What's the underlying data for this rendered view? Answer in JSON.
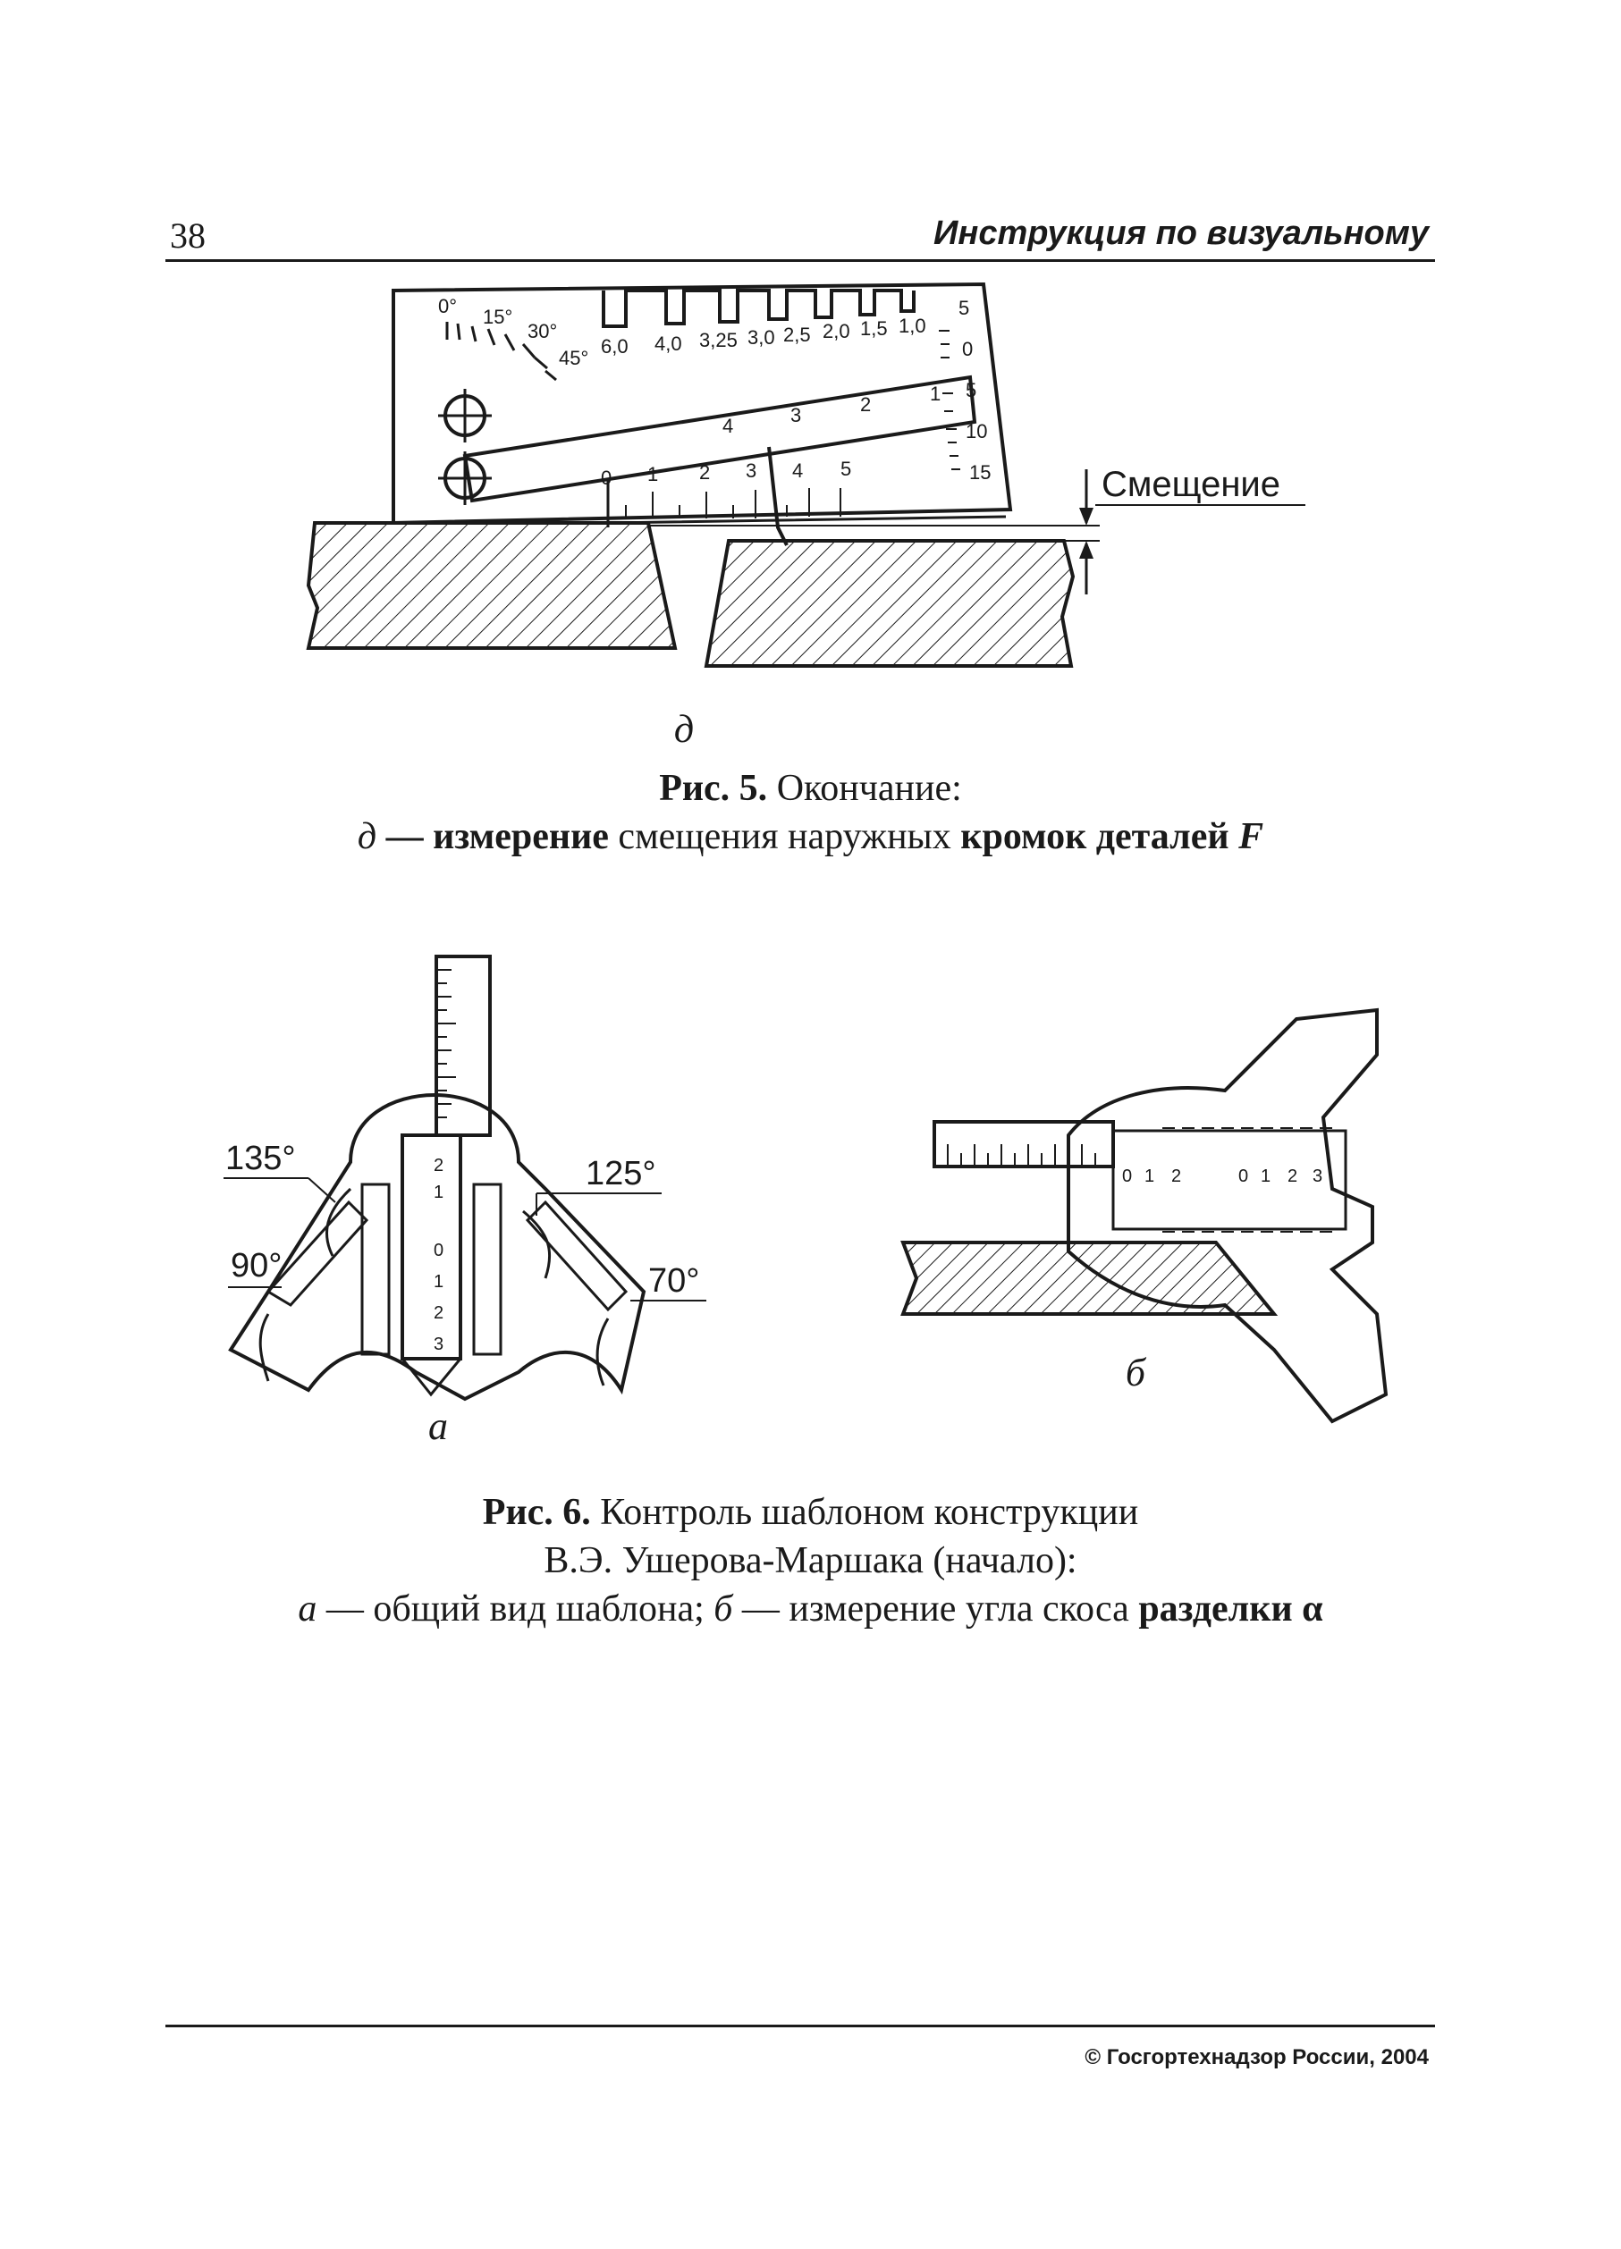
{
  "header": {
    "page_number": "38",
    "running_title": "Инструкция по визуальному"
  },
  "figure5": {
    "angle_labels": [
      "0°",
      "15°",
      "30°",
      "45°"
    ],
    "gap_labels": [
      "6,0",
      "4,0",
      "3,25",
      "3,0",
      "2,5",
      "2,0",
      "1,5",
      "1,0"
    ],
    "right_scale_labels": [
      "5",
      "0",
      "5",
      "10",
      "15"
    ],
    "slider_labels": [
      "4",
      "3",
      "2",
      "1"
    ],
    "lower_scale_labels": [
      "0",
      "1",
      "2",
      "3",
      "4",
      "5"
    ],
    "callout": "Смещение",
    "subfigure_letter": "д",
    "caption_line1_bold": "Рис. 5.",
    "caption_line1_rest": " Окончание:",
    "caption_line2_italic": "д",
    "caption_line2_bold1": " — измерение",
    "caption_line2_plain": " смещения наружных ",
    "caption_line2_bold2": "кромок деталей",
    "caption_line2_symbol": " F"
  },
  "figure6": {
    "angle_135": "135°",
    "angle_125": "125°",
    "angle_90": "90°",
    "angle_70": "70°",
    "ruler_a_digits": [
      "2",
      "1",
      "0",
      "1",
      "2",
      "3"
    ],
    "ruler_b_digits_left": [
      "0",
      "1",
      "2"
    ],
    "ruler_b_digits_right": [
      "0",
      "1",
      "2",
      "3"
    ],
    "subfigure_a": "а",
    "subfigure_b": "б",
    "caption_line1_bold": "Рис. 6.",
    "caption_line1_rest": " Контроль шаблоном конструкции",
    "caption_line2": "В.Э. Ушерова-Маршака (начало):",
    "caption_line3_a": "а",
    "caption_line3_mid": " — общий вид шаблона; ",
    "caption_line3_b": "б",
    "caption_line3_rest": " — измерение угла скоса ",
    "caption_line3_bold": "разделки α"
  },
  "footer": {
    "copyright": "© Госгортехнадзор России, 2004"
  }
}
